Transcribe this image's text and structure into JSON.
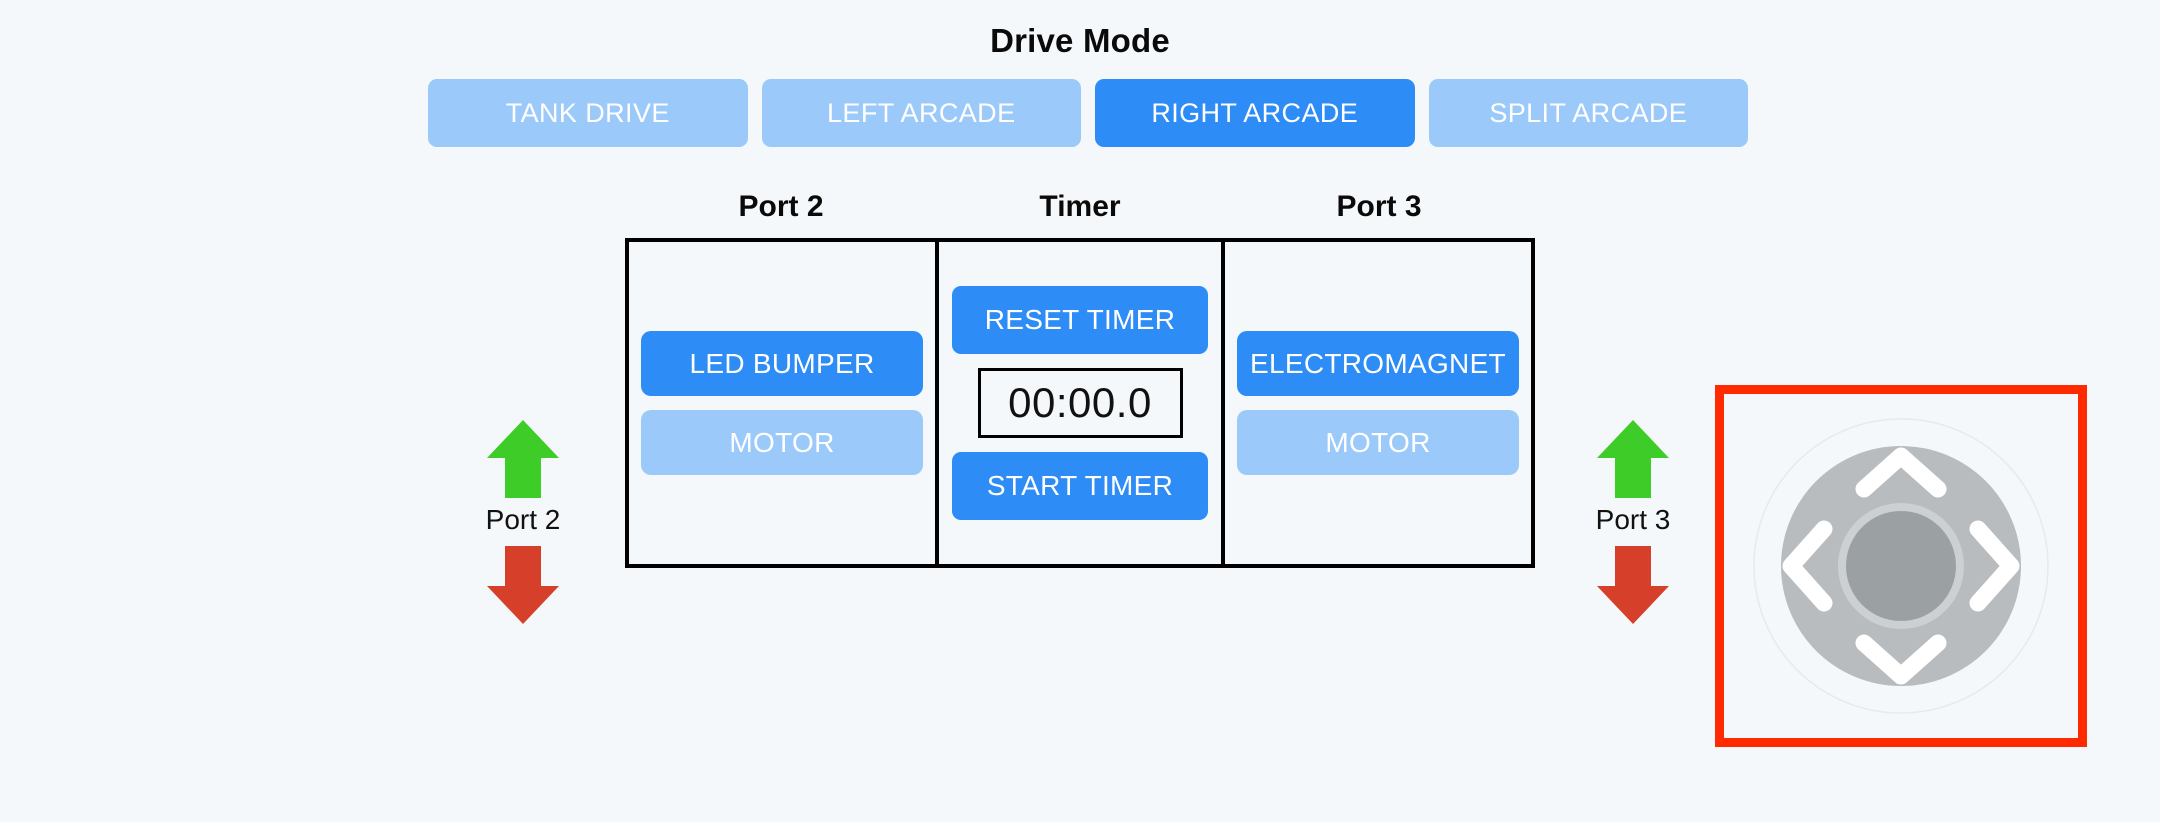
{
  "header": {
    "title": "Drive Mode"
  },
  "drive_modes": {
    "selected": "RIGHT ARCADE",
    "options": [
      {
        "label": "TANK DRIVE",
        "active": false
      },
      {
        "label": "LEFT ARCADE",
        "active": false
      },
      {
        "label": "RIGHT ARCADE",
        "active": true
      },
      {
        "label": "SPLIT ARCADE",
        "active": false
      }
    ]
  },
  "panels": {
    "port2": {
      "heading": "Port 2",
      "devices": [
        {
          "label": "LED BUMPER",
          "state": "on"
        },
        {
          "label": "MOTOR",
          "state": "off"
        }
      ]
    },
    "timer": {
      "heading": "Timer",
      "reset_label": "RESET TIMER",
      "display": "00:00.0",
      "start_label": "START TIMER"
    },
    "port3": {
      "heading": "Port 3",
      "devices": [
        {
          "label": "ELECTROMAGNET",
          "state": "on"
        },
        {
          "label": "MOTOR",
          "state": "off"
        }
      ]
    }
  },
  "port_controls": [
    {
      "label": "Port 2",
      "up_icon": "arrow-up-icon",
      "down_icon": "arrow-down-icon"
    },
    {
      "label": "Port 3",
      "up_icon": "arrow-up-icon",
      "down_icon": "arrow-down-icon"
    }
  ],
  "dpad": {
    "icon": "dpad-icon",
    "directions": [
      "up",
      "right",
      "down",
      "left"
    ],
    "center": "dpad-center-button",
    "highlighted": true
  },
  "colors": {
    "background": "#f5f8fa",
    "accent_active": "#2d8cf5",
    "accent_inactive": "#9bcafa",
    "arrow_up": "#3ecc28",
    "arrow_down": "#d6402a",
    "highlight_border": "#ff2a00",
    "dpad_ring": "#b9bcbe",
    "dpad_center": "#9ba0a2",
    "panel_border": "#000000",
    "text_dark": "#0a0a0a"
  }
}
